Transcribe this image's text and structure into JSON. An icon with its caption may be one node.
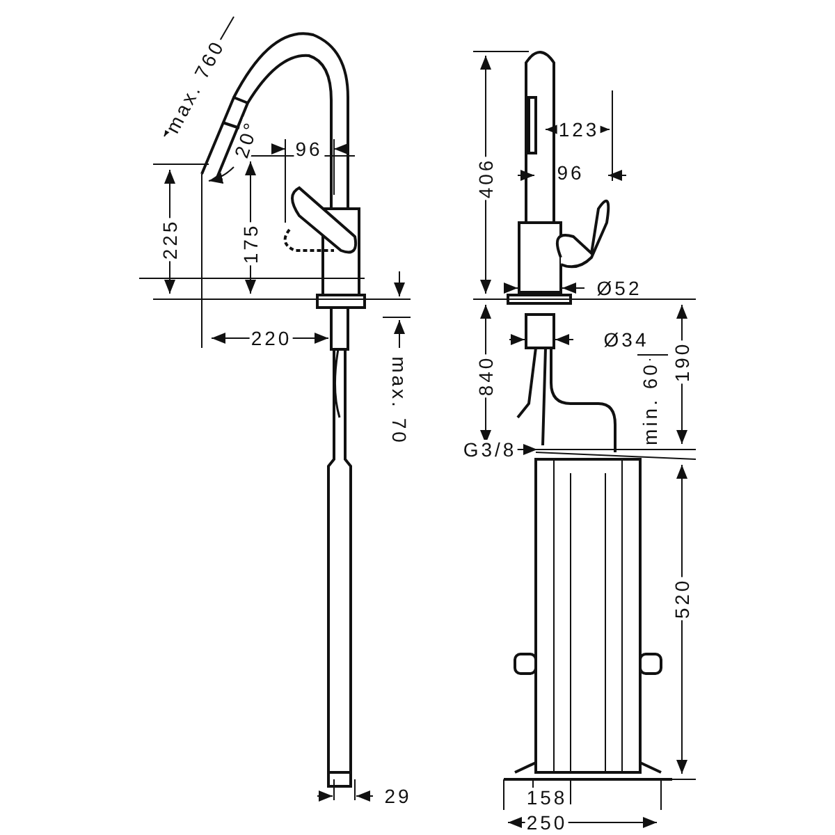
{
  "diagram": {
    "labels": [
      "max. 760",
      "20°",
      "96",
      "225",
      "175",
      "220",
      "max. 70",
      "29",
      "406",
      "123",
      "96",
      "Ø52",
      "Ø34",
      "840",
      "min. 60",
      "190",
      "G3/8",
      "520",
      "158",
      "250"
    ]
  }
}
